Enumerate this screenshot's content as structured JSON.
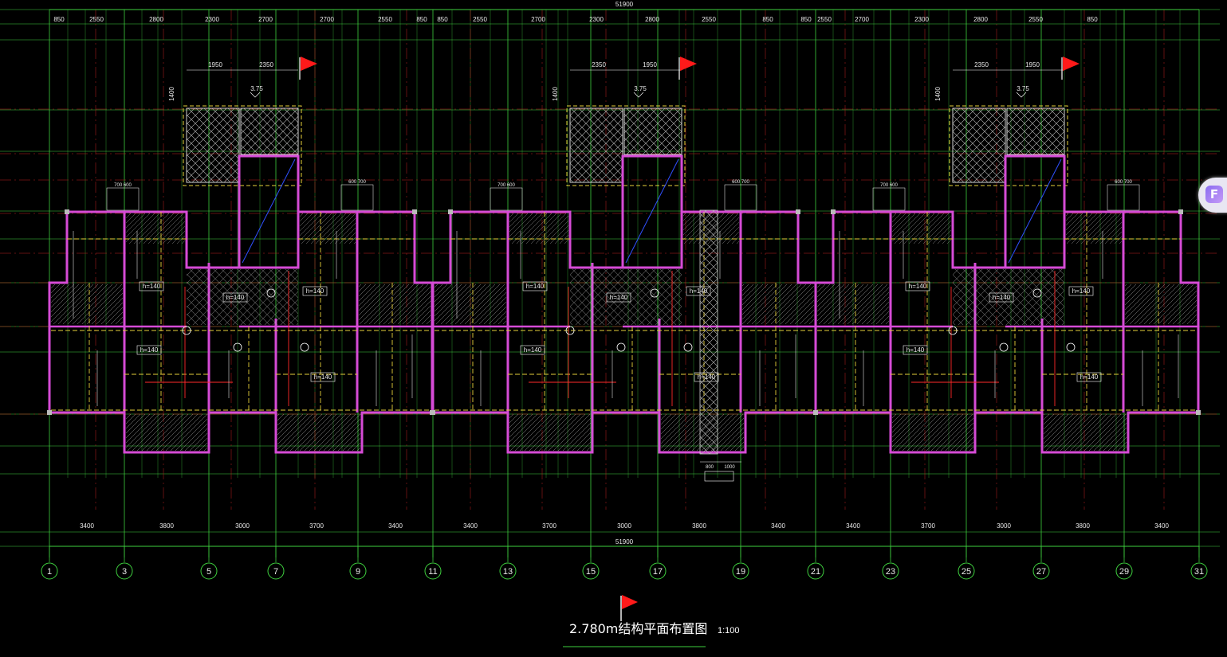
{
  "drawing": {
    "title": "2.780m结构平面布置图",
    "scale": "1:100",
    "overall_dim": "51900",
    "top_dims": [
      "850",
      "2550",
      "2800",
      "2300",
      "2700",
      "2700",
      "2550",
      "850",
      "850",
      "2550",
      "2700",
      "2300",
      "2800",
      "2550",
      "850",
      "850",
      "2550",
      "2700",
      "2300",
      "2800",
      "2550",
      "850"
    ],
    "bottom_dims": [
      "3400",
      "3800",
      "3000",
      "3700",
      "3400",
      "3400",
      "3700",
      "3000",
      "3800",
      "3400",
      "3400",
      "3700",
      "3000",
      "3800",
      "3400"
    ],
    "axis_labels": [
      "1",
      "3",
      "5",
      "7",
      "9",
      "11",
      "13",
      "15",
      "17",
      "19",
      "21",
      "23",
      "25",
      "27",
      "29",
      "31"
    ],
    "units": [
      {
        "cols": "1-11",
        "top_pair": [
          "1950",
          "2350"
        ],
        "balcony_left": [
          "700",
          "600"
        ],
        "balcony_right": [
          "600",
          "700"
        ]
      },
      {
        "cols": "11-21",
        "top_pair": [
          "2350",
          "1950"
        ],
        "balcony_left": [
          "700",
          "600"
        ],
        "balcony_right": [
          "600",
          "700"
        ]
      },
      {
        "cols": "21-31",
        "top_pair": [
          "2350",
          "1950"
        ],
        "balcony_left": [
          "700",
          "600"
        ],
        "balcony_right": [
          "600",
          "700"
        ]
      }
    ],
    "level_mark": "3.75",
    "slab_label": "h=140",
    "side_dim": "1400",
    "bottom_callout_dims": [
      "800",
      "1000"
    ],
    "colors": {
      "background": "#000000",
      "grid": "#3ecf3e",
      "wall": "#d64bd6",
      "beam_dash": "#e6d03a",
      "axis_dash": "#c02020",
      "rebar": "#ff2a2a",
      "hatch": "#cfcfcf",
      "text": "#e8e8e8",
      "flag": "#ff1a1a"
    },
    "float_button_icon": "float-app-icon"
  }
}
